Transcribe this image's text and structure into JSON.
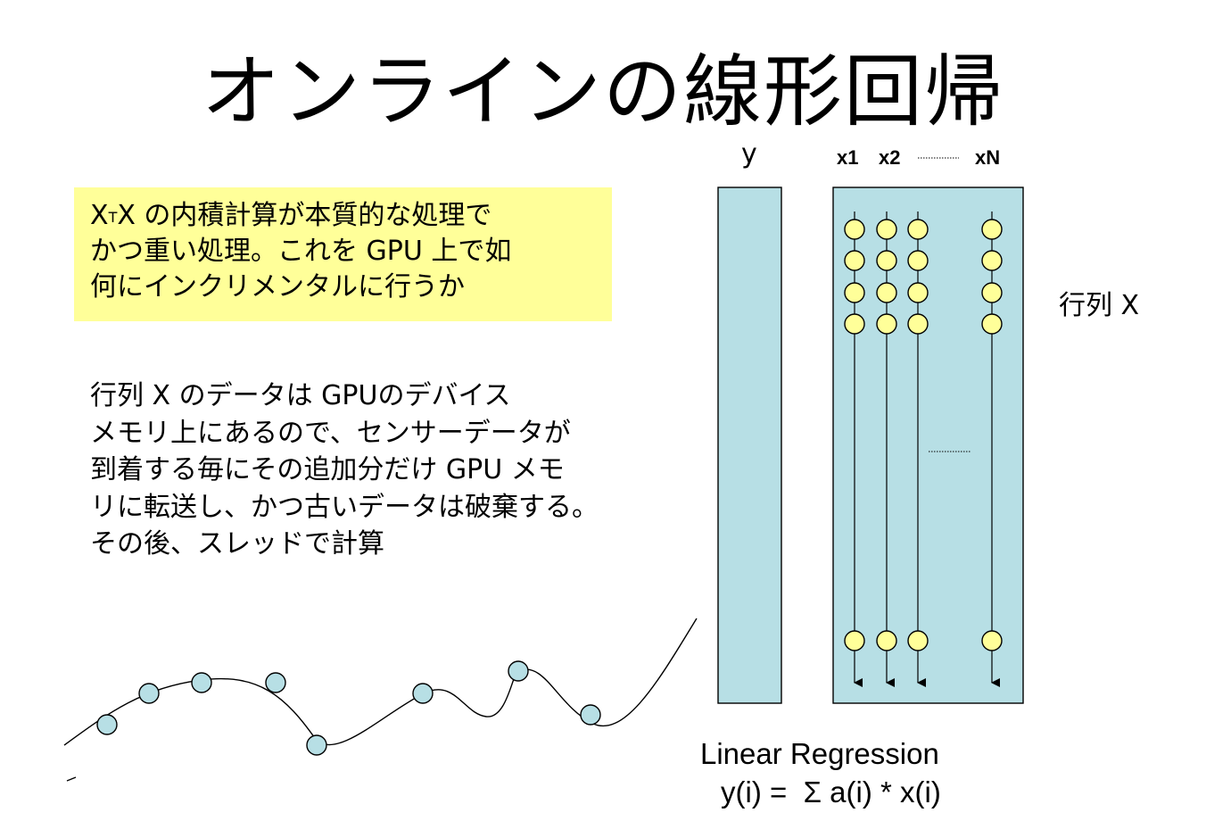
{
  "title": "オンラインの線形回帰",
  "note": {
    "line1_prefix": "X",
    "line1_sup": "T",
    "line1_rest": "X の内積計算が本質的な処理で",
    "line2": "かつ重い処理。これを GPU 上で如",
    "line3": "何にインクリメンタルに行うか"
  },
  "body_lines": [
    "行列 X のデータは GPUのデバイス",
    "メモリ上にあるので、センサーデータが",
    "到着する毎にその追加分だけ GPU メモ",
    "リに転送し、かつ古いデータは破棄する。",
    "その後、スレッドで計算"
  ],
  "labels": {
    "y": "y",
    "x1": "x1",
    "x2": "x2",
    "xN": "xN",
    "matrix": "行列 X"
  },
  "caption": {
    "line1": "Linear Regression",
    "line2": "y(i) =  Σ a(i) * x(i)"
  },
  "colors": {
    "note_bg": "#ffff99",
    "matrix_fill": "#b7dfe5",
    "node_fill": "#ffff99",
    "sample_fill": "#b7dfe5"
  }
}
